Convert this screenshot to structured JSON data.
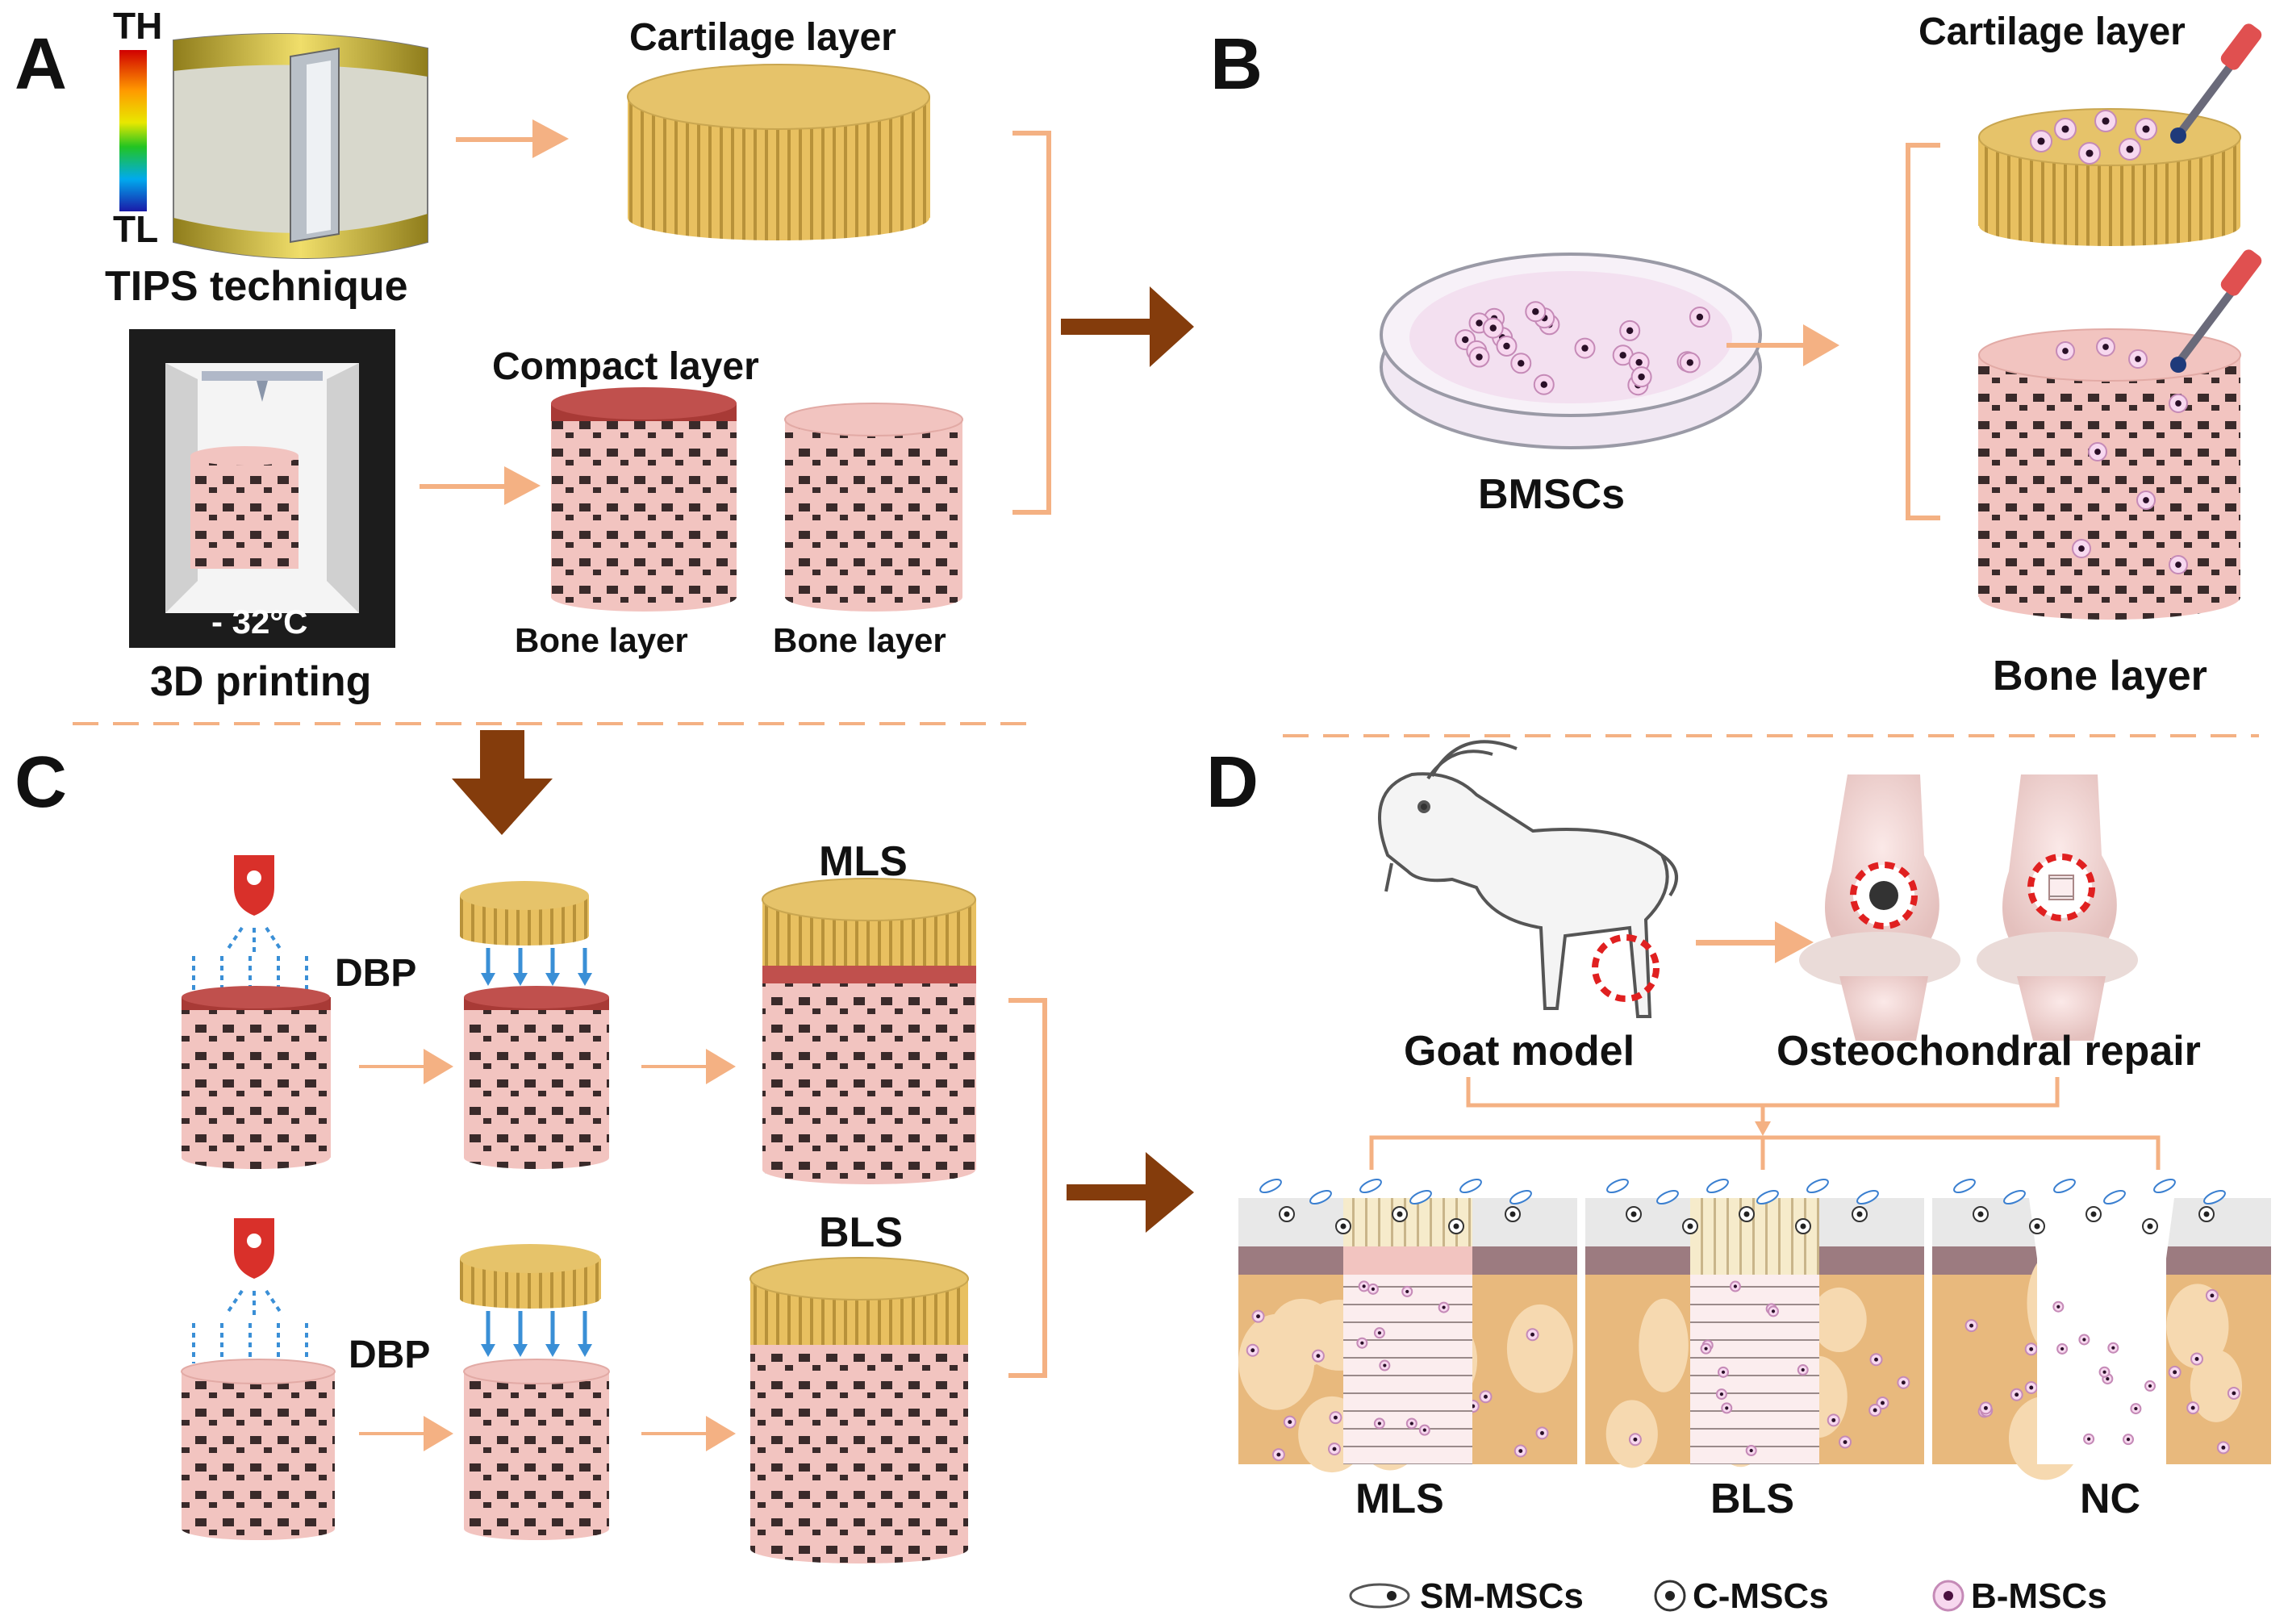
{
  "panels": {
    "a": "A",
    "b": "B",
    "c": "C",
    "d": "D"
  },
  "panel_a": {
    "temp_high": "TH",
    "temp_low": "TL",
    "tips_label": "TIPS technique",
    "cartilage_label": "Cartilage layer",
    "compact_label": "Compact layer",
    "printer_temp": "- 32°C",
    "printing_label": "3D printing",
    "bone_label_1": "Bone layer",
    "bone_label_2": "Bone layer"
  },
  "panel_b": {
    "cartilage_label": "Cartilage layer",
    "bmscs_label": "BMSCs",
    "bone_label": "Bone layer"
  },
  "panel_c": {
    "dbp_top": "DBP",
    "dbp_bottom": "DBP",
    "mls_label": "MLS",
    "bls_label": "BLS"
  },
  "panel_d": {
    "goat_label": "Goat model",
    "repair_label": "Osteochondral repair",
    "groups": [
      "MLS",
      "BLS",
      "NC"
    ],
    "legend": [
      "SM-MSCs",
      "C-MSCs",
      "B-MSCs"
    ]
  },
  "colors": {
    "arrow_light": "#F4B183",
    "arrow_dark": "#843C0C",
    "cartilage": "#E6C36A",
    "bone": "#F2C4C0",
    "compact": "#C0504D",
    "tissue": "#E8B97D"
  }
}
